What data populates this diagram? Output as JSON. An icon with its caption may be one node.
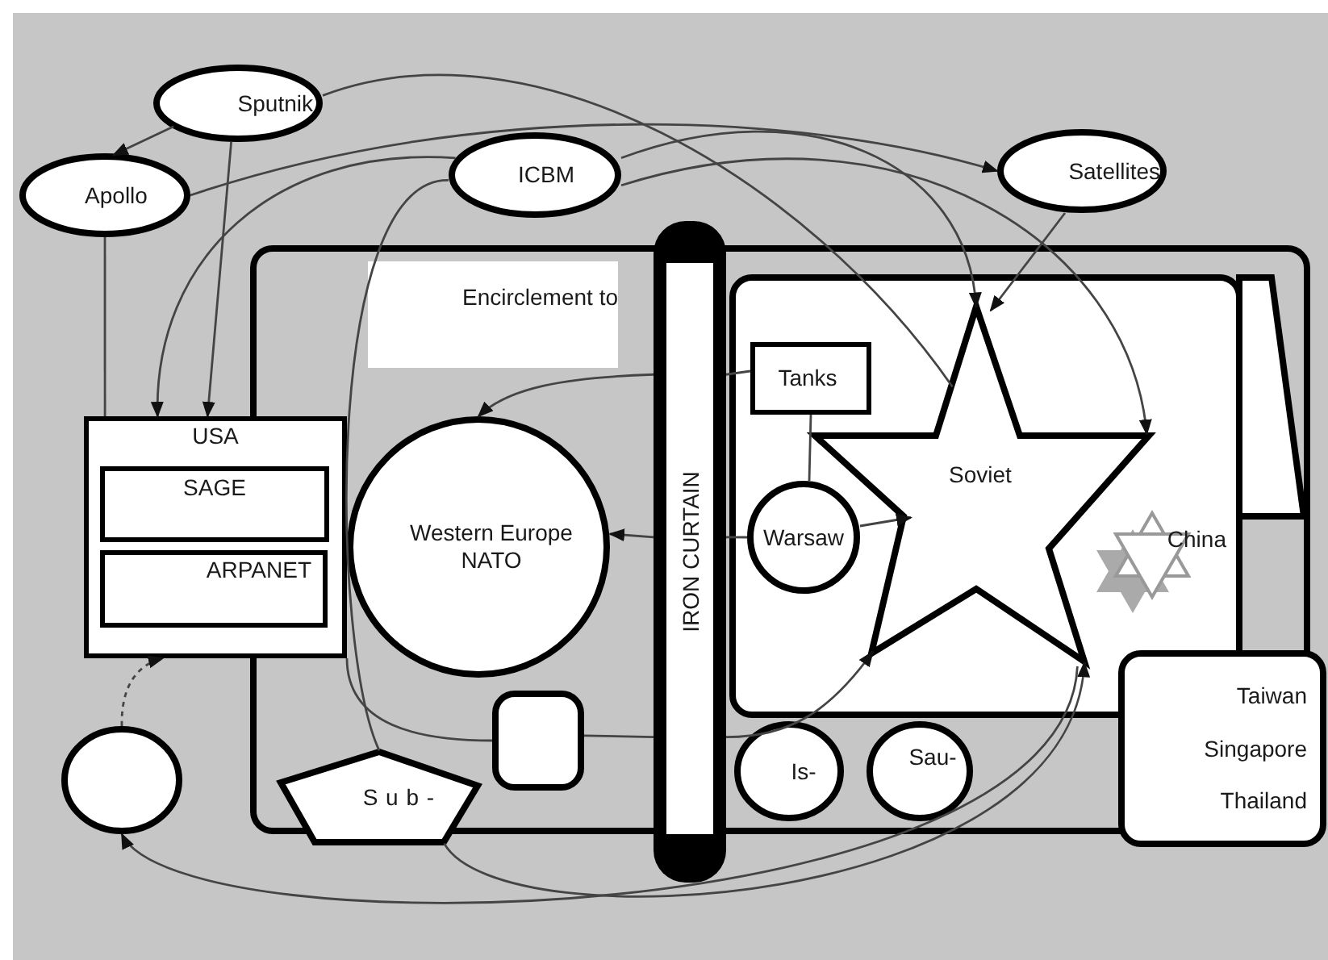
{
  "diagram": {
    "nodes": [
      {
        "text": [
          "Sputnik"
        ]
      },
      {
        "text": [
          "Apollo"
        ]
      },
      {
        "text": [
          "ICBM"
        ]
      },
      {
        "text": [
          "Satellites"
        ]
      },
      {
        "text": [],
        "shape": "box"
      },
      {
        "text": [
          "Encirclement to"
        ],
        "in": 4
      },
      {
        "text": [
          "USA"
        ]
      },
      {
        "text": [
          "SAGE"
        ],
        "in": 6
      },
      {
        "text": [
          "ARPANET"
        ],
        "in": 6
      },
      {
        "text": [
          "Western Europe NATO"
        ],
        "in": 4
      },
      {
        "text": [
          "IRON CURTAIN"
        ]
      },
      {
        "text": [],
        "shape": "box",
        "in": 4
      },
      {
        "text": [
          "Tanks"
        ],
        "in": 11
      },
      {
        "text": [
          "Warsaw"
        ],
        "in": 11
      },
      {
        "text": [
          "Soviet"
        ],
        "in": 11
      },
      {
        "text": [
          "China"
        ],
        "in": 11
      },
      {
        "text": [],
        "shape": "box",
        "in": 4
      },
      {
        "text": [
          "Sub-"
        ]
      },
      {
        "text": [
          "Is-"
        ],
        "in": 4
      },
      {
        "text": [
          "Sau-"
        ],
        "in": 4
      },
      {
        "text": [
          "Taiwan",
          "Singapore",
          "Thailand"
        ]
      },
      {
        "text": [],
        "shape": "circle"
      }
    ],
    "edges": [
      {
        "from": 0,
        "to": 1,
        "arrow": "to"
      },
      {
        "from": 0,
        "to": 6,
        "arrow": "to"
      },
      {
        "from": 1,
        "to": 6,
        "arrow": "none"
      },
      {
        "from": 2,
        "to": 6,
        "arrow": "to"
      },
      {
        "from": 1,
        "to": 3,
        "arrow": "to"
      },
      {
        "from": 0,
        "to": 14,
        "arrow": "none"
      },
      {
        "from": 2,
        "to": 14,
        "arrow": "to"
      },
      {
        "from": 2,
        "to": 14,
        "arrow": "to"
      },
      {
        "from": 3,
        "to": 14,
        "arrow": "to"
      },
      {
        "from": 2,
        "to": 17,
        "arrow": "none"
      },
      {
        "from": 12,
        "to": 10,
        "arrow": "none"
      },
      {
        "from": 10,
        "to": 9,
        "arrow": "to"
      },
      {
        "from": 13,
        "to": 10,
        "arrow": "none"
      },
      {
        "from": 10,
        "to": 9,
        "arrow": "to"
      },
      {
        "from": 12,
        "to": 13,
        "arrow": "none"
      },
      {
        "from": 13,
        "to": 14,
        "arrow": "to"
      },
      {
        "from": 6,
        "to": 16,
        "arrow": "none"
      },
      {
        "from": 16,
        "to": 10,
        "arrow": "none"
      },
      {
        "from": 10,
        "to": 14,
        "arrow": "to"
      },
      {
        "from": 21,
        "to": 6,
        "arrow": "to",
        "style": "dashed"
      },
      {
        "from": 17,
        "to": 14,
        "arrow": "to"
      },
      {
        "from": 14,
        "to": 21,
        "arrow": "to"
      }
    ]
  }
}
